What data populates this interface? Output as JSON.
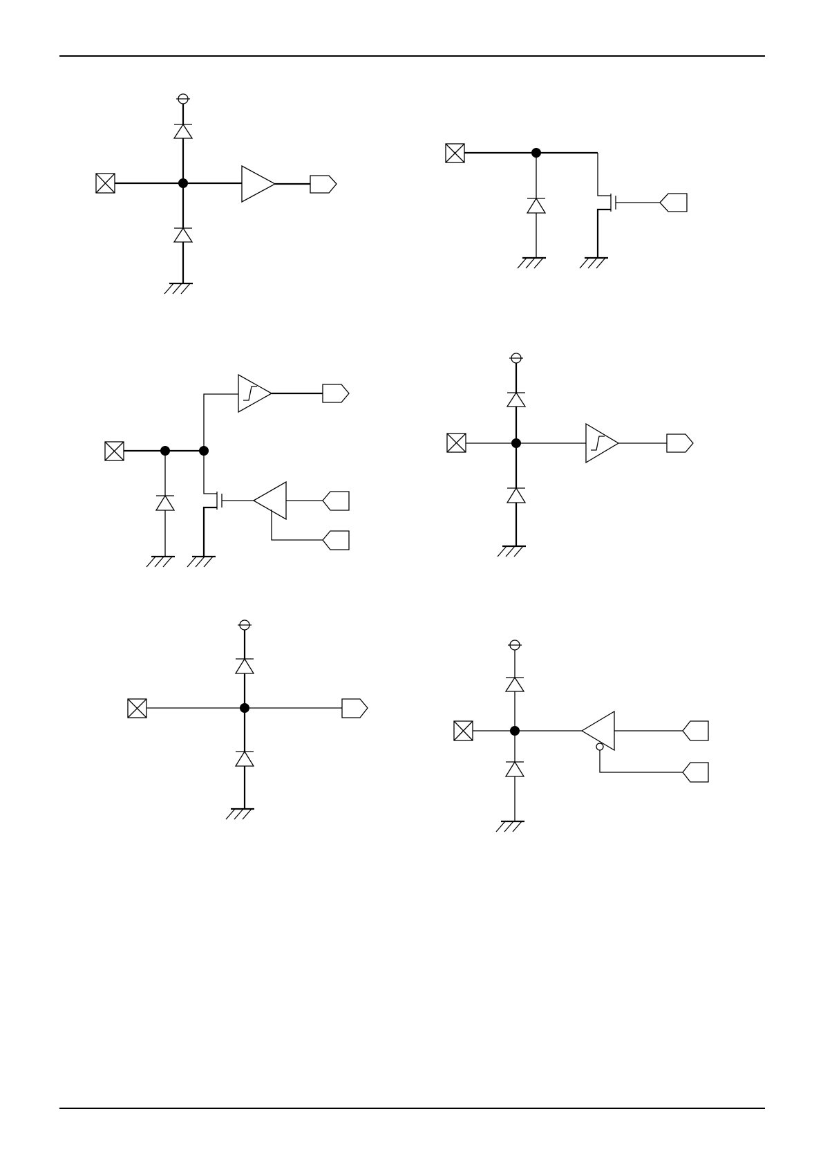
{
  "page": {
    "header_text": "",
    "footer_text": ""
  },
  "circuits": [
    {
      "name": "input-buffer-with-clamp-diodes"
    },
    {
      "name": "open-drain-output"
    },
    {
      "name": "schmitt-input-with-open-drain-output"
    },
    {
      "name": "schmitt-trigger-input-with-clamp-diodes"
    },
    {
      "name": "analog-input-with-clamp-diodes"
    },
    {
      "name": "tristate-output-with-clamp-diodes"
    }
  ],
  "symbols": {
    "pad": "pad-icon",
    "diode": "diode-icon",
    "ground": "ground-icon",
    "supply": "supply-icon",
    "buffer": "buffer-icon",
    "schmitt_buffer": "schmitt-buffer-icon",
    "nmos": "nmos-transistor-icon",
    "signal_terminal": "signal-terminal-icon"
  }
}
